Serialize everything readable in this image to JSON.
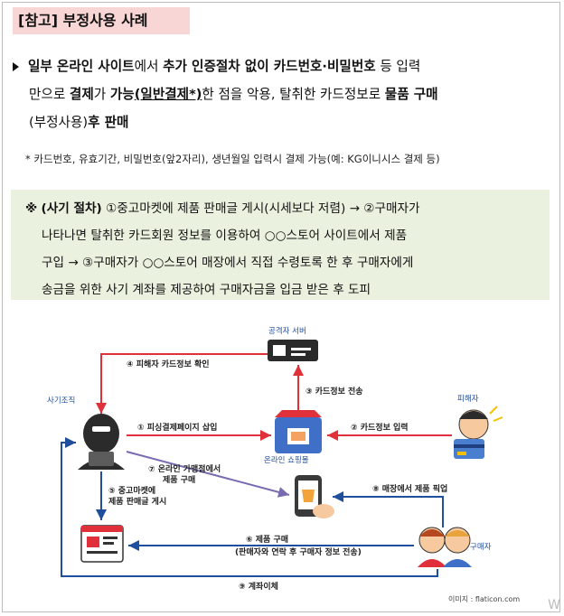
{
  "title": "[참고] 부정사용 사례",
  "bullet": {
    "p1": "일부 온라인 사이트",
    "p2": "에서 ",
    "p3": "추가 인증절차 없이 카드번호·비밀번호",
    "p4": " 등 입력",
    "p5": "만으로 ",
    "p6": "결제",
    "p7": "가 ",
    "p8": "가능",
    "p9": "(일반결제*)",
    "p10": "한 점을 악용, 탈취한 카드정보로 ",
    "p11": "물품 구매",
    "p12": "(부정사용)",
    "p13": "후 판매"
  },
  "note": "* 카드번호, 유효기간, 비밀번호(앞2자리), 생년월일 입력시 결제 가능(예: KG이니시스 결제 등)",
  "fraud": {
    "mark": "※",
    "title": "(사기 절차)",
    "line1": "①중고마켓에 제품 판매글 게시(시세보다 저렴) → ②구매자가",
    "line2": "나타나면 탈취한 카드회원 정보를 이용하여 ○○스토어 사이트에서 제품",
    "line3": "구입 → ③구매자가 ○○스토어 매장에서 직접 수령토록 한 후 구매자에게",
    "line4": "송금을 위한 사기 계좌를 제공하여 구매자금을 입금 받은 후 도피"
  },
  "diagram": {
    "attacker_server": "공격자 서버",
    "scam_org": "사기조직",
    "victim": "피해자",
    "buyer": "구매자",
    "online_mall": "온라인 쇼핑몰",
    "step1": "① 피싱결제페이지 삽입",
    "step2": "② 카드정보 입력",
    "step3": "③ 카드정보 전송",
    "step4": "④ 피해자 카드정보 확인",
    "step5a": "⑤ 중고마켓에",
    "step5b": "제품 판매글 게시",
    "step6a": "⑥ 제품 구매",
    "step6b": "(판매자와 연락 후 구매자 정보 전송)",
    "step7a": "⑦ 온라인 가맹점에서",
    "step7b": "제품 구매",
    "step8": "⑧ 매장에서 제품 픽업",
    "step9": "⑨ 계좌이체",
    "credit": "이미지 : flaticon.com",
    "colors": {
      "red": "#e0303a",
      "blue": "#1f4e9c",
      "purple": "#7a6bb0"
    }
  },
  "watermark": "W"
}
